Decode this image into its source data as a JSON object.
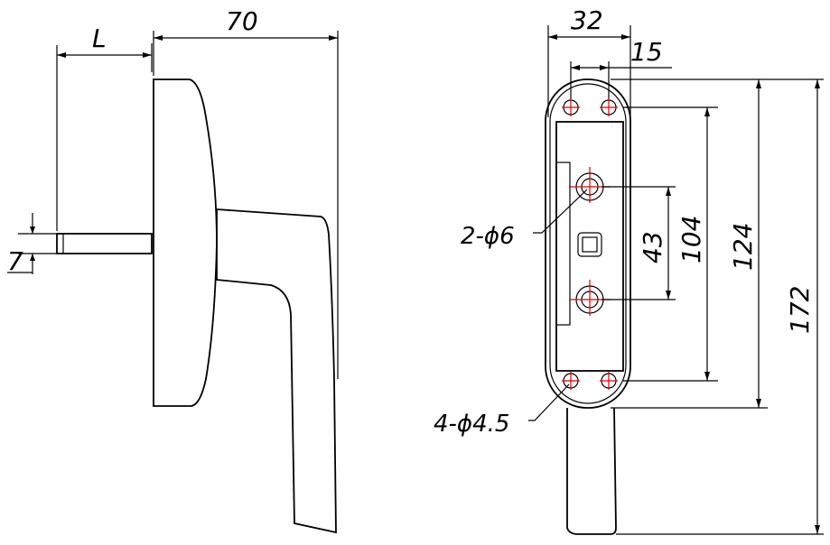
{
  "side_view": {
    "dim_total_width": "70",
    "dim_spindle_length": "L",
    "dim_spindle_size": "7"
  },
  "front_view": {
    "dim_width": "32",
    "dim_hole_spacing_x": "15",
    "dim_center_holes": "43",
    "dim_inner_holes": "104",
    "dim_plate_height": "124",
    "dim_total_height": "172",
    "label_large_holes": "2-ϕ6",
    "label_small_holes": "4-ϕ4.5"
  },
  "colors": {
    "centerline": "#e00000",
    "line": "#000000"
  }
}
